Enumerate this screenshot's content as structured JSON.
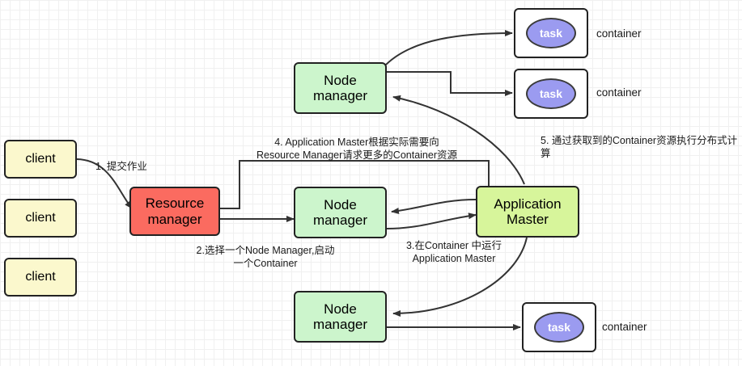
{
  "diagram": {
    "title": "YARN Resource Manager workflow",
    "colors": {
      "client_fill": "#fbf8cd",
      "resource_manager_fill": "#fb6b60",
      "node_manager_fill": "#ccf5cc",
      "application_master_fill": "#d7f59b",
      "task_fill": "#9b9bf0",
      "container_fill": "#ffffff",
      "stroke": "#222222",
      "grid_minor": "#f0f0f0",
      "grid_major": "#e2e2e2"
    },
    "clients": [
      {
        "label": "client"
      },
      {
        "label": "client"
      },
      {
        "label": "client"
      }
    ],
    "resource_manager": {
      "label": "Resource\nmanager"
    },
    "node_managers": [
      {
        "label": "Node\nmanager"
      },
      {
        "label": "Node\nmanager"
      },
      {
        "label": "Node\nmanager"
      }
    ],
    "application_master": {
      "label": "Application\nMaster"
    },
    "tasks": [
      {
        "label": "task",
        "container_label": "container"
      },
      {
        "label": "task",
        "container_label": "container"
      },
      {
        "label": "task",
        "container_label": "container"
      }
    ],
    "edge_labels": [
      {
        "id": "step-1",
        "text": "1. 提交作业"
      },
      {
        "id": "step-4",
        "text": "4. Application Master根据实际需要向\nResource Manager请求更多的Container资源"
      },
      {
        "id": "step-5",
        "text": "5. 通过获取到的Container资源执行分布式计算"
      },
      {
        "id": "step-2",
        "text": "2.选择一个Node Manager,启动\n一个Container"
      },
      {
        "id": "step-3",
        "text": "3.在Container 中运行\nApplication Master"
      }
    ]
  }
}
